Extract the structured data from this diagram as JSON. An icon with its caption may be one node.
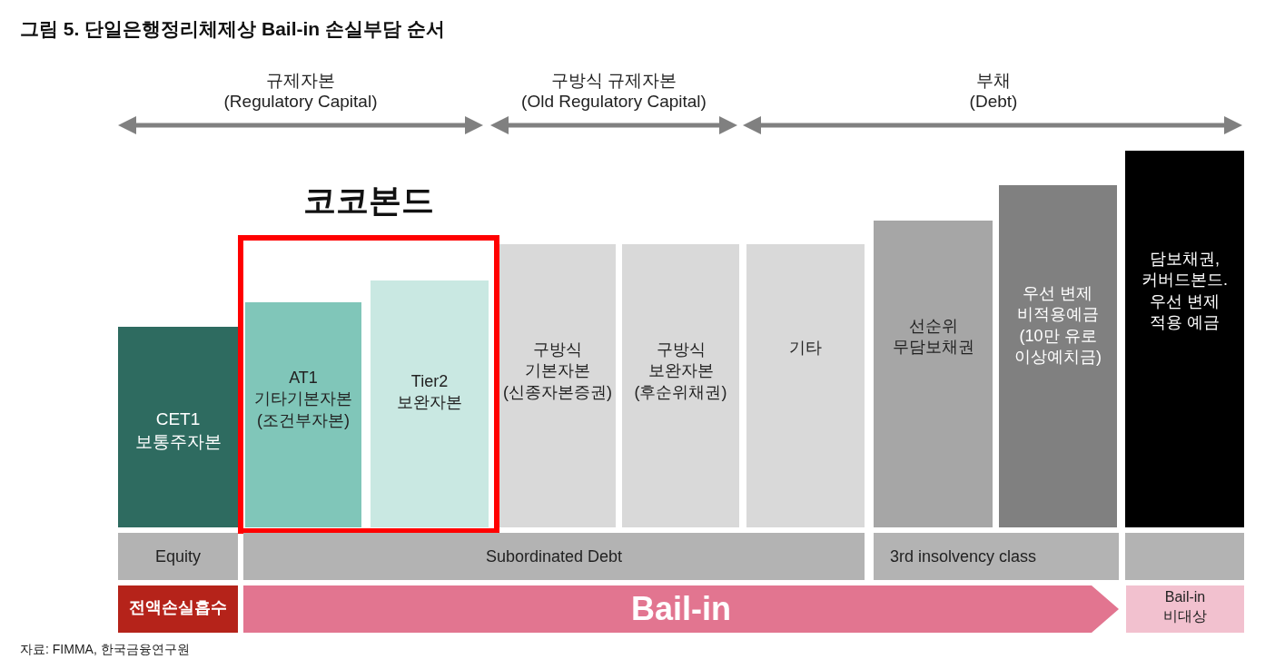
{
  "diagram": {
    "title": "그림 5. 단일은행정리체제상 Bail-in 손실부담 순서",
    "nodes": [
      {
        "text": [
          "CET1 보통주자본"
        ]
      },
      {
        "text": [
          "코코본드"
        ]
      },
      {
        "text": [
          "AT1 기타기본자본 (조건부자본)"
        ],
        "in": 1
      },
      {
        "text": [
          "Tier2 보완자본"
        ],
        "in": 1
      },
      {
        "text": [
          "구방식 기본자본 (신종자본증권)"
        ]
      },
      {
        "text": [
          "구방식 보완자본 (후순위채권)"
        ]
      },
      {
        "text": [
          "기타"
        ]
      },
      {
        "text": [
          "선순위 무담보채권"
        ]
      },
      {
        "text": [
          "우선 변제 비적용예금 (10만 유로 이상예치금)"
        ]
      },
      {
        "text": [
          "담보채권, 커버드본드. 우선 변제 적용 예금"
        ]
      },
      {
        "text": [
          "Equity"
        ]
      },
      {
        "text": [
          "Subordinated Debt"
        ]
      },
      {
        "text": [
          "3rd  insolvency class"
        ]
      },
      {
        "text": [],
        "shape": "bar"
      },
      {
        "text": [
          "전액손실흡수"
        ]
      },
      {
        "text": [
          "Bail-in"
        ]
      },
      {
        "text": [
          "Bail-in 비대상"
        ]
      }
    ],
    "labels": [
      "규제자본",
      "(Regulatory Capital)",
      "구방식 규제자본",
      "(Old Regulatory Capital)",
      "부채",
      "(Debt)",
      "자료: FIMMA, 한국금융연구원"
    ]
  }
}
